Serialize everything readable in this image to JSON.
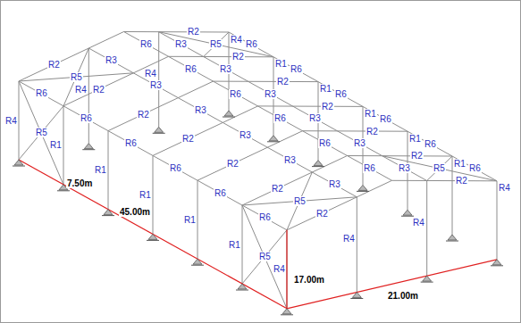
{
  "diagram": {
    "labels": [
      "R4",
      "R2",
      "R2",
      "R4",
      "R4",
      "R4",
      "R1",
      "R2",
      "R2",
      "R1",
      "R1",
      "R2",
      "R2",
      "R1",
      "R1",
      "R2",
      "R2",
      "R1",
      "R1",
      "R2",
      "R2",
      "R1",
      "R1",
      "R2",
      "R2",
      "R1",
      "R4",
      "R2",
      "R2",
      "R4",
      "R4",
      "R4",
      "R6",
      "R3",
      "R6",
      "R3",
      "R6",
      "R6",
      "R3",
      "R6",
      "R3",
      "R6",
      "R6",
      "R3",
      "R6",
      "R3",
      "R6",
      "R6",
      "R3",
      "R6",
      "R3",
      "R6",
      "R6",
      "R3",
      "R6",
      "R3",
      "R6",
      "R6",
      "R3",
      "R6",
      "R3",
      "R6",
      "R5",
      "R5",
      "R5",
      "R5",
      "R5",
      "R5",
      "7.50m",
      "45.00m",
      "17.00m",
      "21.00m"
    ]
  }
}
